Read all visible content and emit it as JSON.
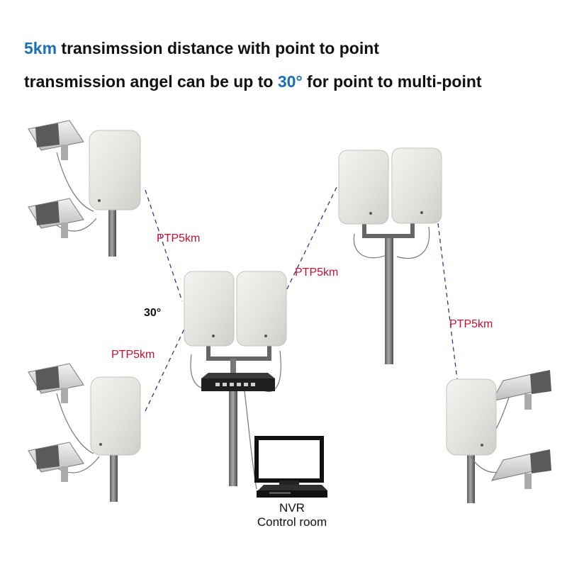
{
  "headline1": {
    "accent": "5km",
    "rest": " transimssion distance with point to point"
  },
  "headline2": {
    "pre": "transmission angel can be up to ",
    "accent": "30°",
    "post": " for point to multi-point"
  },
  "links": {
    "top_left": "PTP5km",
    "top_right": "PTP5km",
    "bottom_left": "PTP5km",
    "far_right": "PTP5km"
  },
  "angle_label": "30°",
  "nvr": {
    "line1": "NVR",
    "line2": "Control room"
  },
  "colors": {
    "accent": "#1b6fb3",
    "link_label": "#c8102e",
    "link_line": "#2b3a8c"
  }
}
